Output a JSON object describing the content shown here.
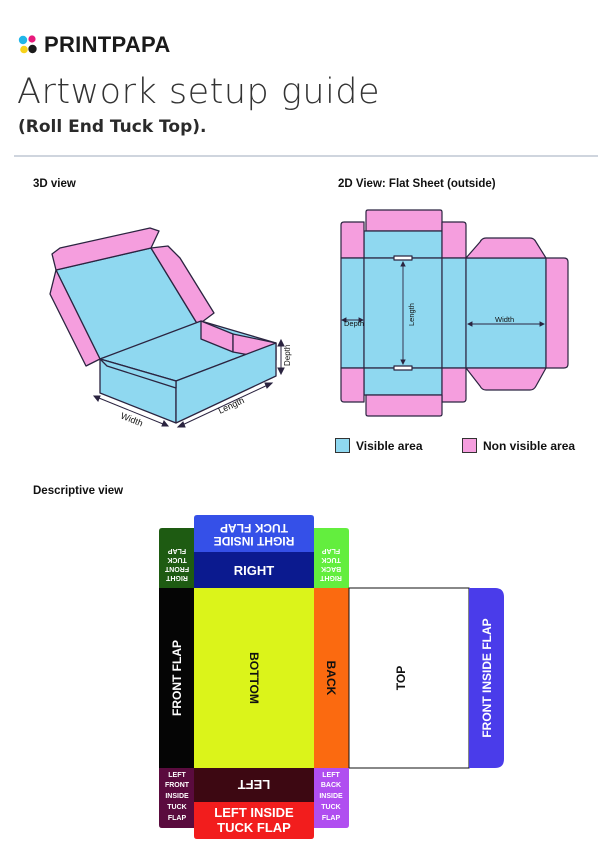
{
  "brand": {
    "name": "PRINTPAPA"
  },
  "header": {
    "title": "Artwork setup guide",
    "subtitle": "(Roll End Tuck Top)."
  },
  "view3d": {
    "label": "3D view",
    "dim_width": "Width",
    "dim_length": "Length",
    "dim_depth": "Depth"
  },
  "view2d": {
    "label": "2D View: Flat Sheet (outside)",
    "dim_depth": "Depth",
    "dim_length": "Length",
    "dim_width": "Width"
  },
  "legend": {
    "visible": "Visible area",
    "non_visible": "Non visible area"
  },
  "descriptive": {
    "label": "Descriptive view",
    "right_inside_tuck_flap": [
      "RIGHT INSIDE",
      "TUCK FLAP"
    ],
    "right": "RIGHT",
    "right_front_tuck_flap": [
      "RIGHT",
      "FRONT",
      "TUCK",
      "FLAP"
    ],
    "right_back_tuck_flap": [
      "RIGHT",
      "BACK",
      "TUCK",
      "FLAP"
    ],
    "front_flap": "FRONT FLAP",
    "bottom": "BOTTOM",
    "back": "BACK",
    "top": "TOP",
    "front_inside_flap": "FRONT INSIDE FLAP",
    "left_front_inside_tuck_flap": [
      "LEFT",
      "FRONT",
      "INSIDE",
      "TUCK",
      "FLAP"
    ],
    "left": "LEFT",
    "left_back_inside_tuck_flap": [
      "LEFT",
      "BACK",
      "INSIDE",
      "TUCK",
      "FLAP"
    ],
    "left_inside_tuck_flap": [
      "LEFT INSIDE",
      "TUCK FLAP"
    ]
  },
  "colors": {
    "visible": "#8fd8f0",
    "non_visible": "#f59ede",
    "outline": "#2b2440",
    "right_inside_tuck_flap": "#3550e8",
    "right": "#0b1a8f",
    "right_front_tuck_flap": "#1e5b12",
    "right_back_tuck_flap": "#63ee3e",
    "front_flap": "#050505",
    "bottom": "#dbf41a",
    "back": "#fb6a10",
    "top": "#ffffff",
    "front_inside_flap": "#4a3cea",
    "left_front_inside_tuck_flap": "#5a0b3e",
    "left": "#3d0812",
    "left_back_inside_tuck_flap": "#b04ef0",
    "left_inside_tuck_flap": "#f21d1d"
  }
}
